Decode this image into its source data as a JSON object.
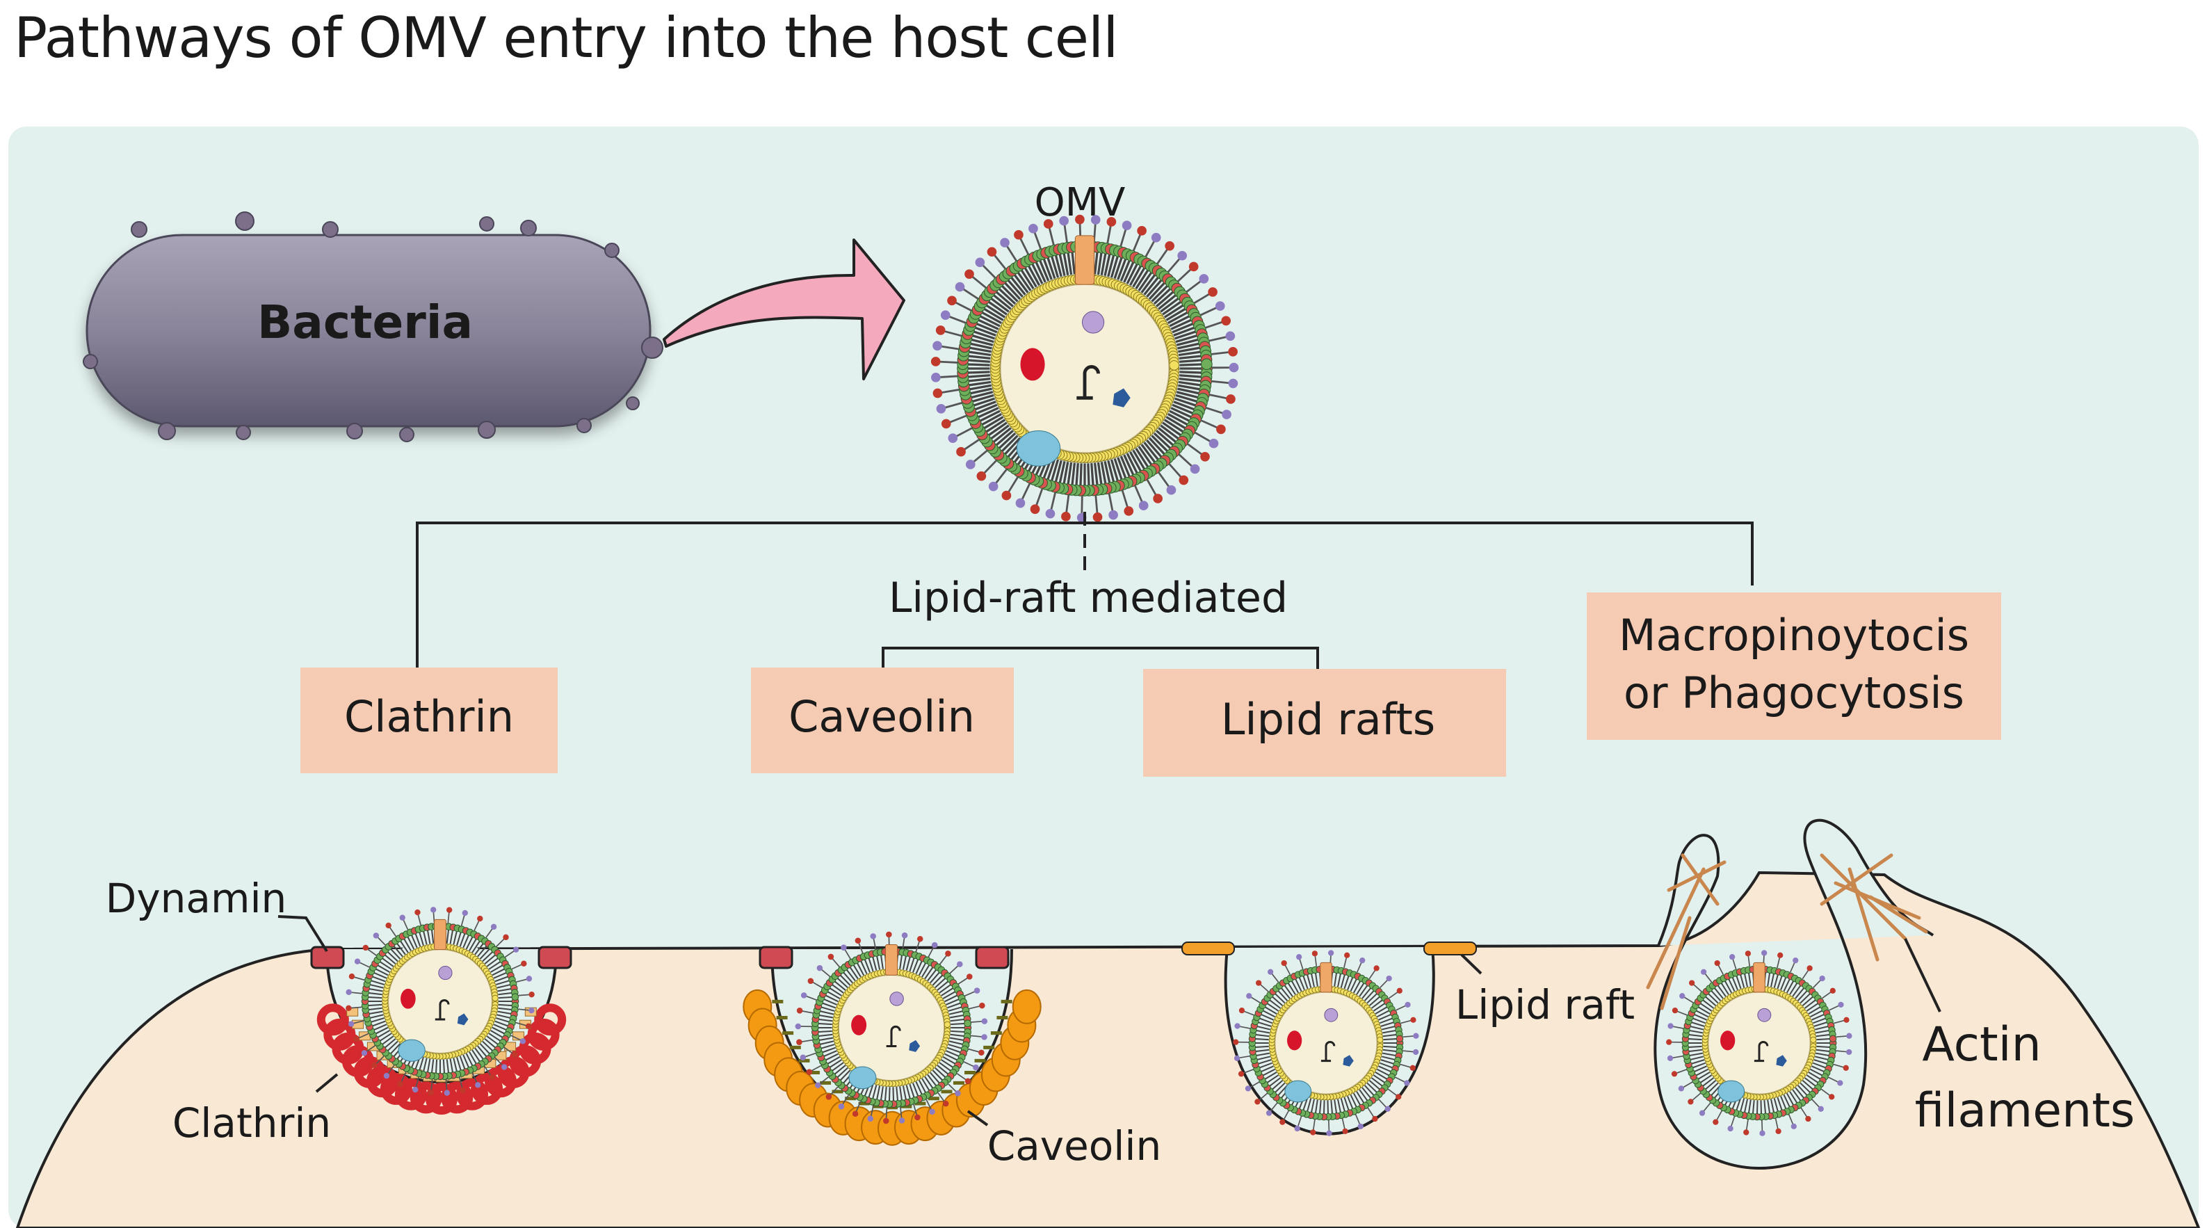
{
  "title": "Pathways of OMV entry into the host cell",
  "source_label": "Bacteria",
  "vesicle_label": "OMV",
  "branch_label": "Lipid-raft mediated",
  "pathways": [
    {
      "label": "Clathrin"
    },
    {
      "label": "Caveolin"
    },
    {
      "label": "Lipid rafts"
    },
    {
      "label_line1": "Macropinoytocis",
      "label_line2": "or Phagocytosis"
    }
  ],
  "annotations": {
    "dynamin": "Dynamin",
    "clathrin": "Clathrin",
    "caveolin": "Caveolin",
    "lipid_raft": "Lipid raft",
    "actin_line1": "Actin",
    "actin_line2": "filaments"
  },
  "colors": {
    "panel_bg": "#e2f0ee",
    "cell_bg": "#f9e8d4",
    "box_fill": "#f5cbb3",
    "bacteria": "#7d778c",
    "arrow": "#f4a9bc",
    "dynamin": "#cf4a53",
    "clathrin": "#d42a2f",
    "caveolin": "#f49a12",
    "lipid_raft": "#f3a02a"
  }
}
